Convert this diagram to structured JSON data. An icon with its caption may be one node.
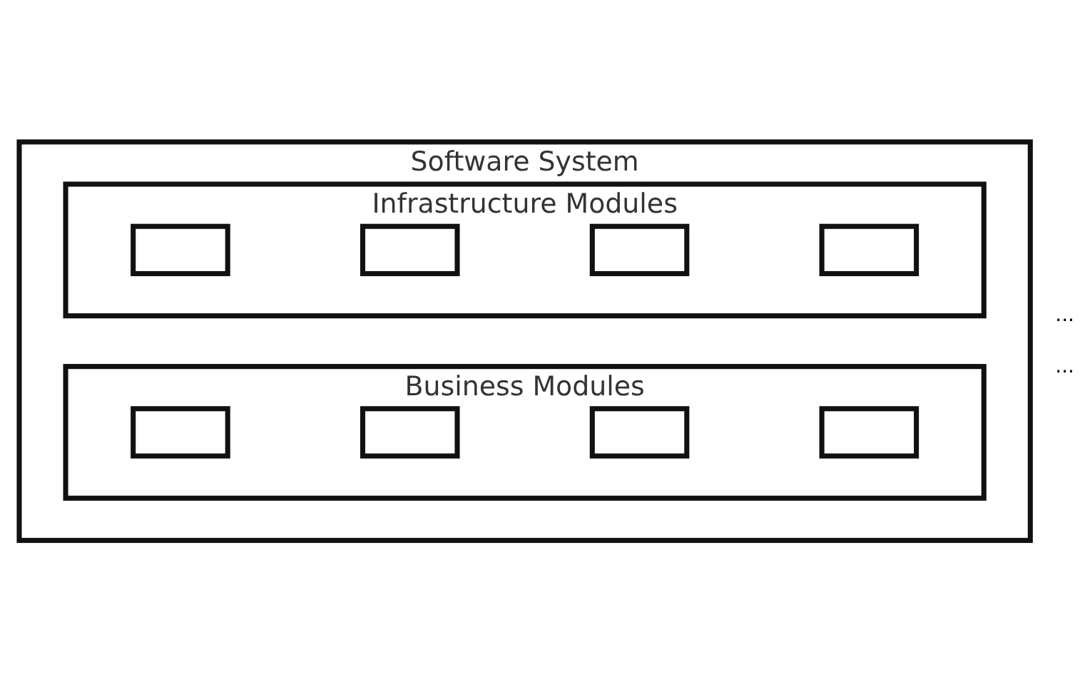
{
  "diagram": {
    "nodes": [
      {
        "text": [
          "Software System"
        ]
      },
      {
        "text": [
          "Business Modules"
        ],
        "in": 0
      },
      {
        "text": [],
        "shape": "box",
        "in": 1
      },
      {
        "text": [],
        "shape": "box",
        "in": 1
      },
      {
        "text": [],
        "shape": "box",
        "in": 1
      },
      {
        "text": [],
        "shape": "box",
        "in": 1
      },
      {
        "text": [
          "Infrastructure Modules"
        ],
        "in": 0
      },
      {
        "text": [],
        "shape": "box",
        "in": 6
      },
      {
        "text": [],
        "shape": "box",
        "in": 6
      },
      {
        "text": [],
        "shape": "box",
        "in": 6
      },
      {
        "text": [],
        "shape": "box",
        "in": 6
      }
    ],
    "edges": [],
    "labels": [
      "...",
      "..."
    ]
  }
}
